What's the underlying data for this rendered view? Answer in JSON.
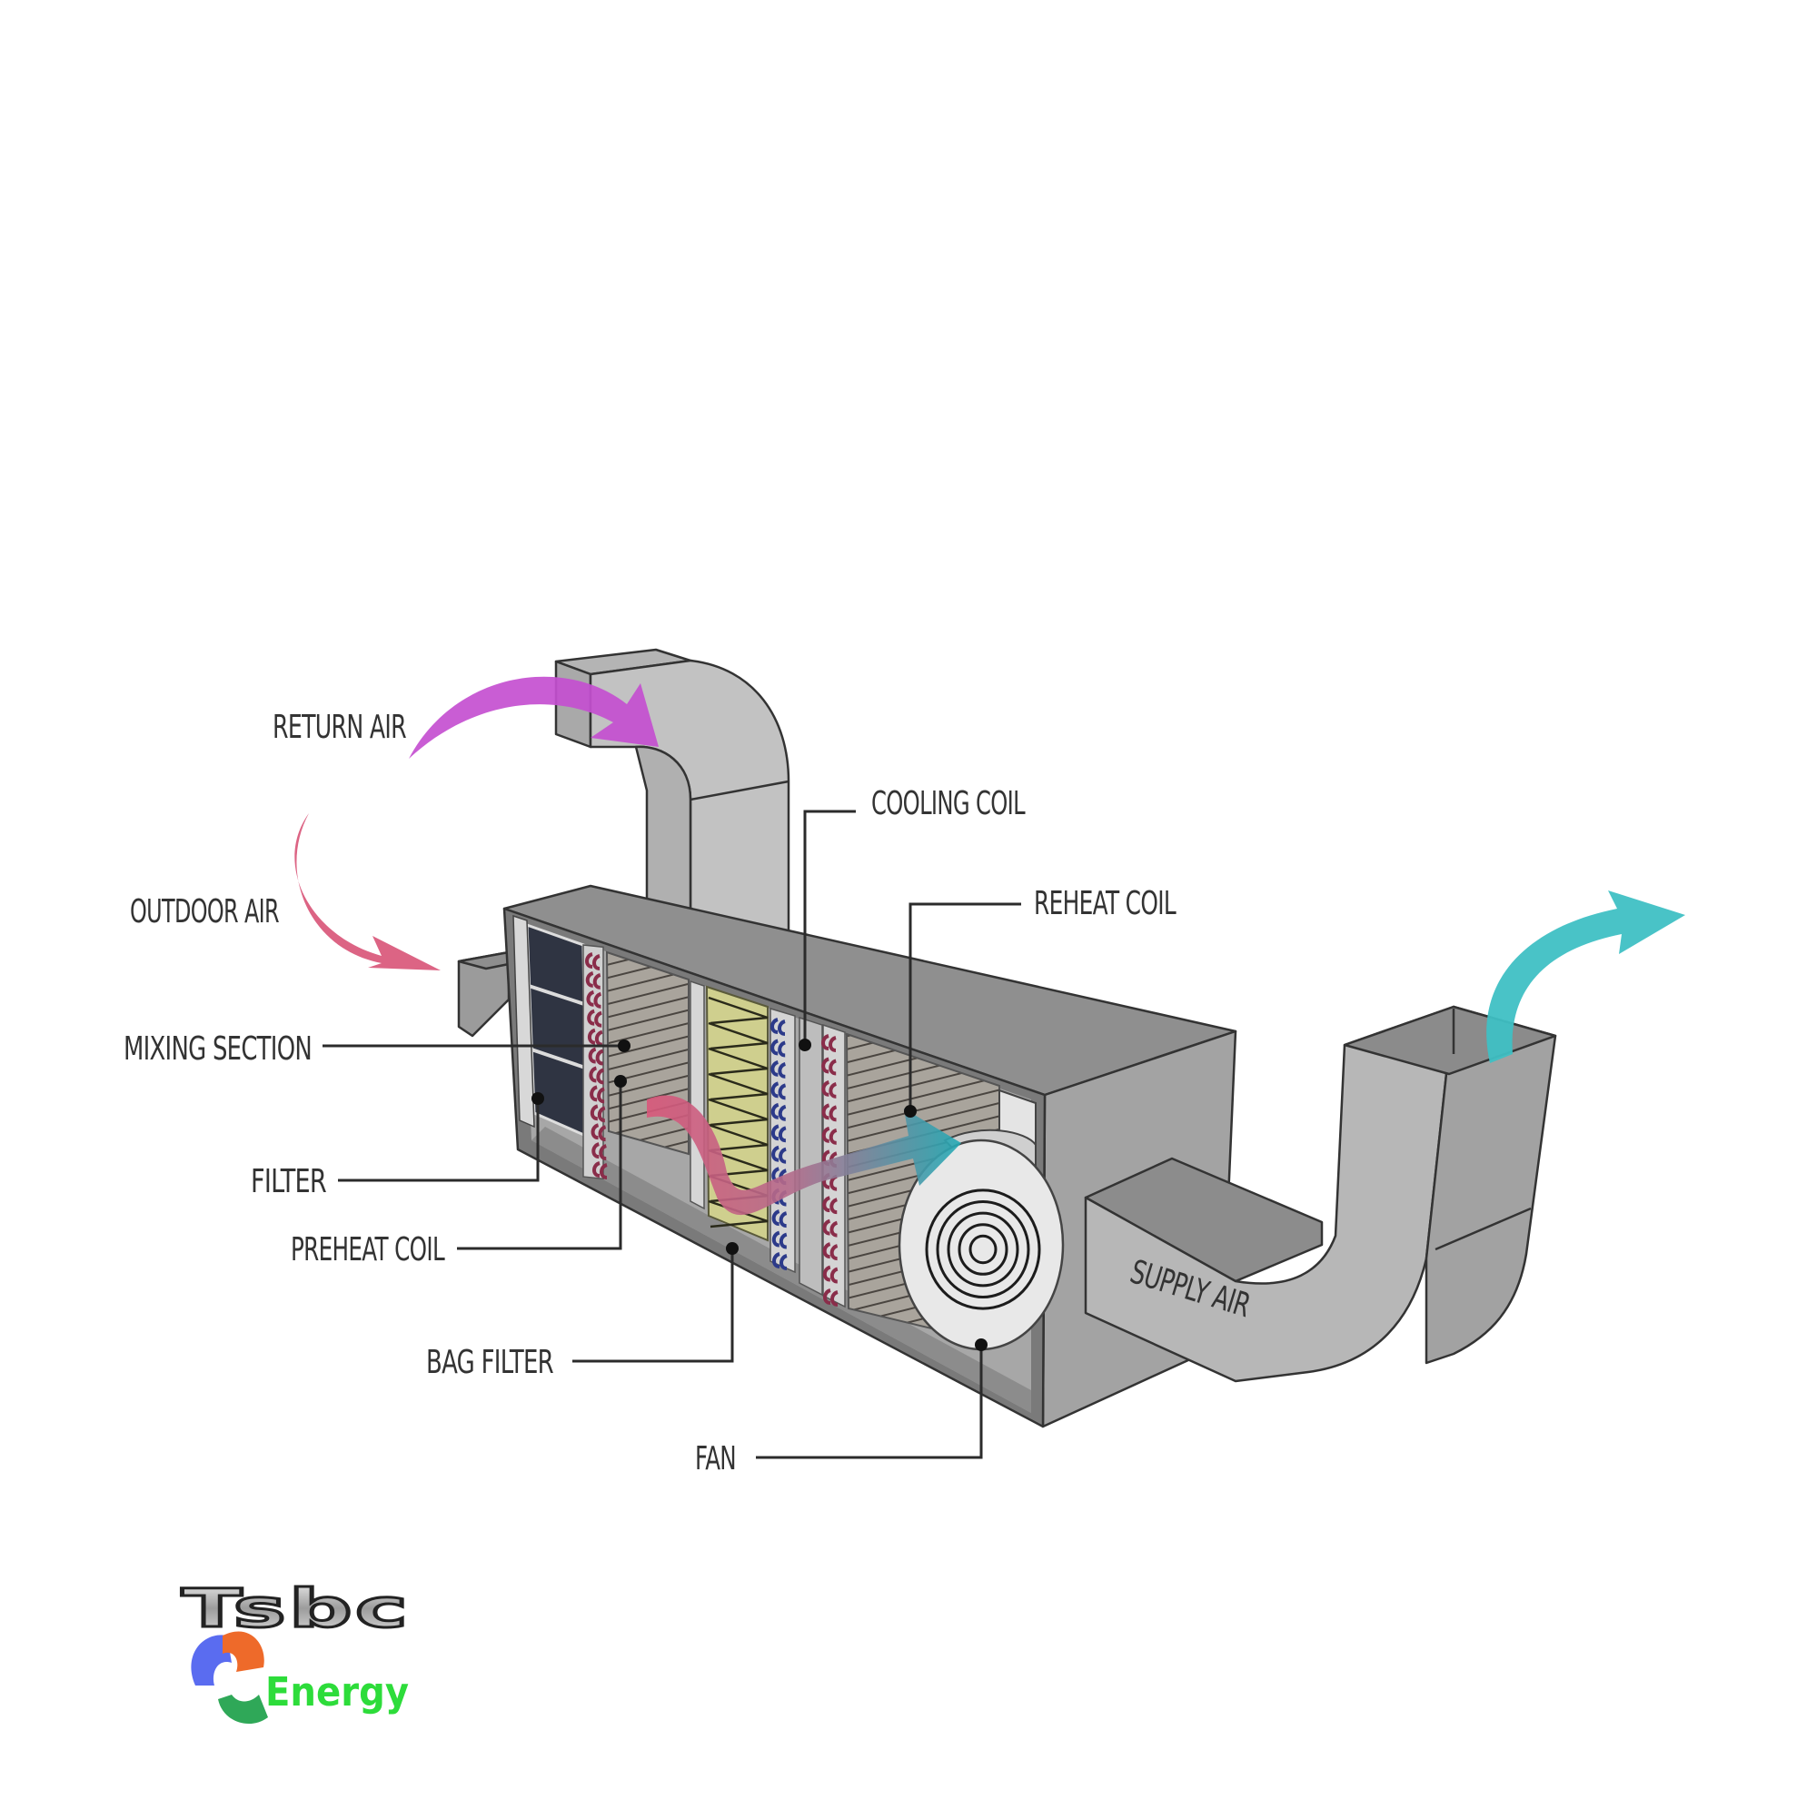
{
  "diagram": {
    "title": "Air Handling Unit components",
    "labels": {
      "return_air": "RETURN AIR",
      "outdoor_air": "OUTDOOR AIR",
      "mixing_section": "MIXING SECTION",
      "filter": "FILTER",
      "preheat_coil": "PREHEAT COIL",
      "bag_filter": "BAG FILTER",
      "fan": "FAN",
      "cooling_coil": "COOLING COIL",
      "reheat_coil": "REHEAT COIL",
      "supply_air": "SUPPLY AIR"
    },
    "colors": {
      "return_air_arrow": "#c44fd0",
      "outdoor_air_arrow": "#d9577a",
      "supply_air_arrow": "#3fc0c4",
      "internal_flow_warm": "#d9577a",
      "internal_flow_cool": "#22aab5",
      "duct_light": "#bdbdbd",
      "duct_mid": "#a8a8a8",
      "duct_dark": "#8a8a8a",
      "filter_panel": "#2f3442",
      "bag_filter": "#cfcf8e",
      "cooling_coil": "#2c3a8a",
      "heating_coil": "#8a2d4a"
    }
  },
  "logo": {
    "brand": "Tsbc",
    "sub": "Energy",
    "brand_color": "#9a9a9a",
    "sub_color": "#2ddc3a"
  }
}
